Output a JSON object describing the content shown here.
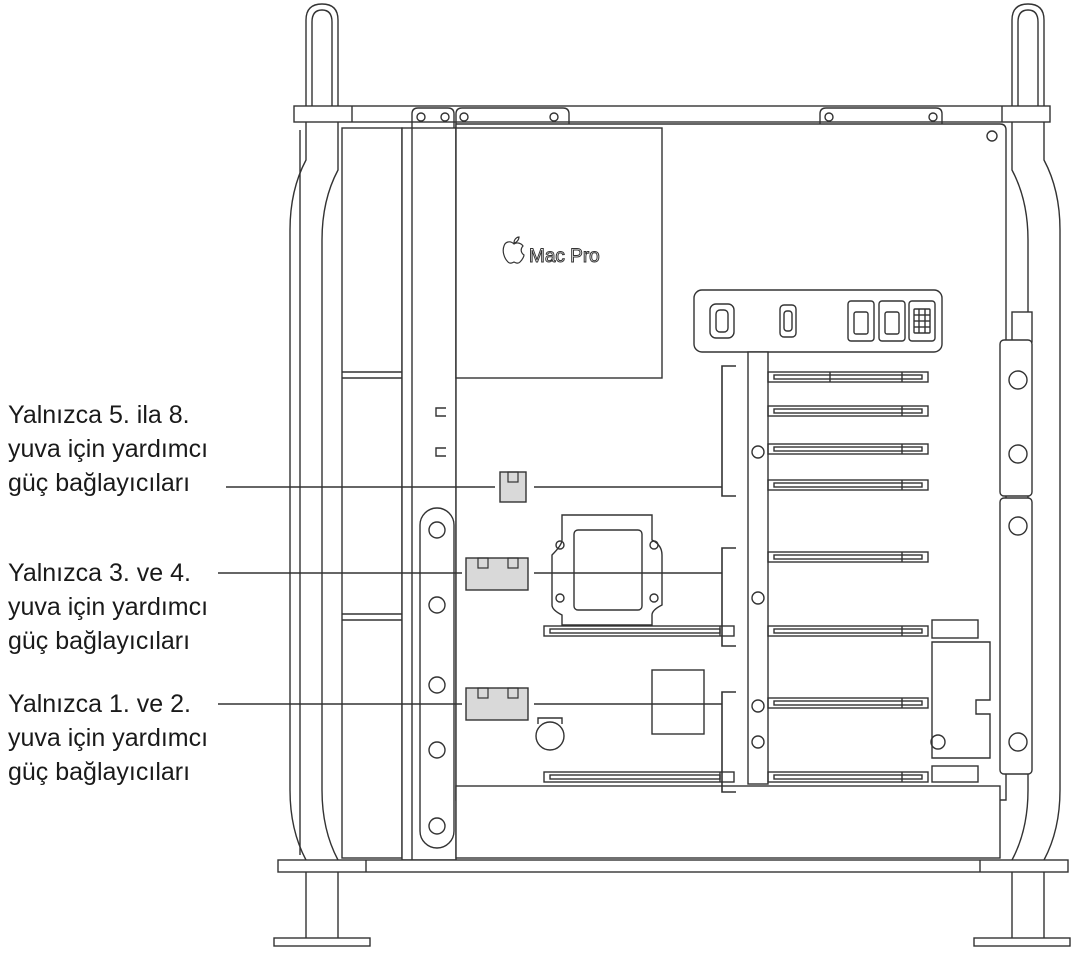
{
  "diagram": {
    "logo_text": "Mac Pro",
    "callouts": [
      {
        "id": "slots-5-8",
        "lines": [
          "Yalnızca 5. ila 8.",
          "yuva için yardımcı",
          "güç bağlayıcıları"
        ]
      },
      {
        "id": "slots-3-4",
        "lines": [
          "Yalnızca 3. ve 4.",
          "yuva için yardımcı",
          "güç bağlayıcıları"
        ]
      },
      {
        "id": "slots-1-2",
        "lines": [
          "Yalnızca 1. ve 2.",
          "yuva için yardımcı",
          "güç bağlayıcıları"
        ]
      }
    ],
    "colors": {
      "stroke": "#333333",
      "connector_fill": "#d9d9d9",
      "board_fill": "#ffffff"
    }
  }
}
